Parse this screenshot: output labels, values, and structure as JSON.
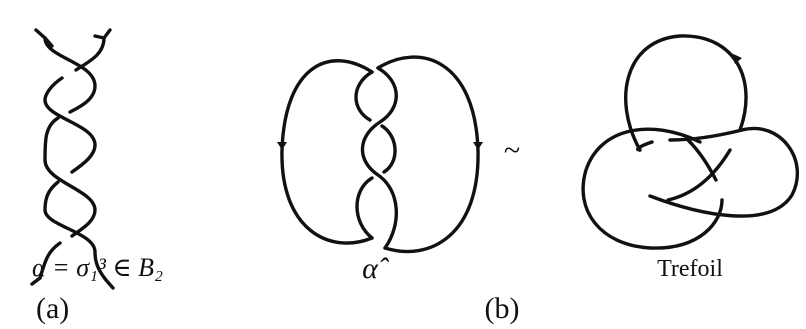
{
  "panel_a": {
    "caption": "α = σ₁³ ∈ B₂",
    "tag": "(a)"
  },
  "panel_b": {
    "closure_caption": "α̂",
    "equivalence_symbol": "~",
    "trefoil_caption": "Trefoil",
    "tag": "(b)"
  }
}
